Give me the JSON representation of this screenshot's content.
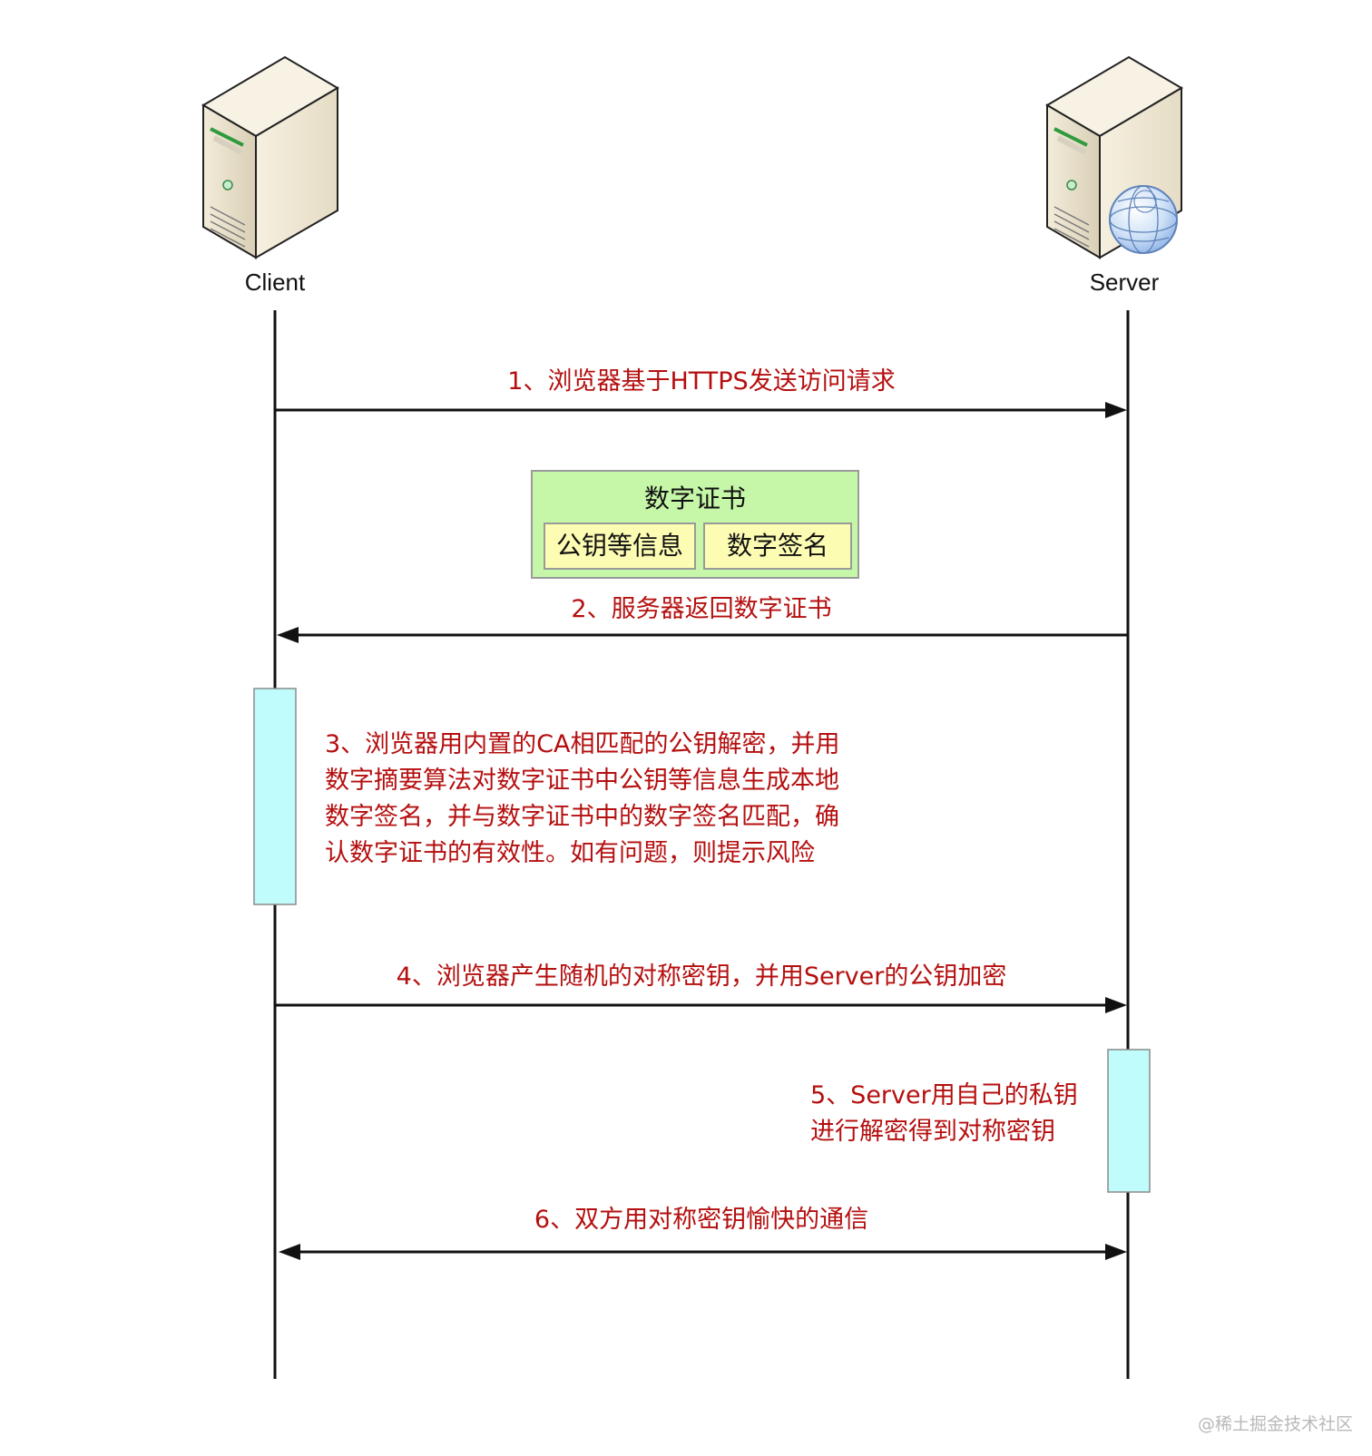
{
  "actors": {
    "client": {
      "label": "Client",
      "icon": "server-tower-icon"
    },
    "server": {
      "label": "Server",
      "icon": "server-tower-with-globe-icon"
    }
  },
  "messages": {
    "m1": {
      "text": "1、浏览器基于HTTPS发送访问请求",
      "direction": "client-to-server"
    },
    "m2": {
      "text": "2、服务器返回数字证书",
      "direction": "server-to-client"
    },
    "m3": {
      "lines": [
        "3、浏览器用内置的CA相匹配的公钥解密，并用",
        "数字摘要算法对数字证书中公钥等信息生成本地",
        "数字签名，并与数字证书中的数字签名匹配，确",
        "认数字证书的有效性。如有问题，则提示风险"
      ],
      "actor": "client"
    },
    "m4": {
      "text": "4、浏览器产生随机的对称密钥，并用Server的公钥加密",
      "direction": "client-to-server"
    },
    "m5": {
      "lines": [
        "5、Server用自己的私钥",
        "进行解密得到对称密钥"
      ],
      "actor": "server"
    },
    "m6": {
      "text": "6、双方用对称密钥愉快的通信",
      "direction": "bidirectional"
    }
  },
  "certificate": {
    "title": "数字证书",
    "parts": [
      "公钥等信息",
      "数字签名"
    ]
  },
  "watermark": "@稀土掘金技术社区",
  "colors": {
    "message_text": "#b50f0f",
    "activation": "#bffcfb",
    "certificate_outer": "#c6f7a8",
    "certificate_inner": "#fcfcb3"
  }
}
